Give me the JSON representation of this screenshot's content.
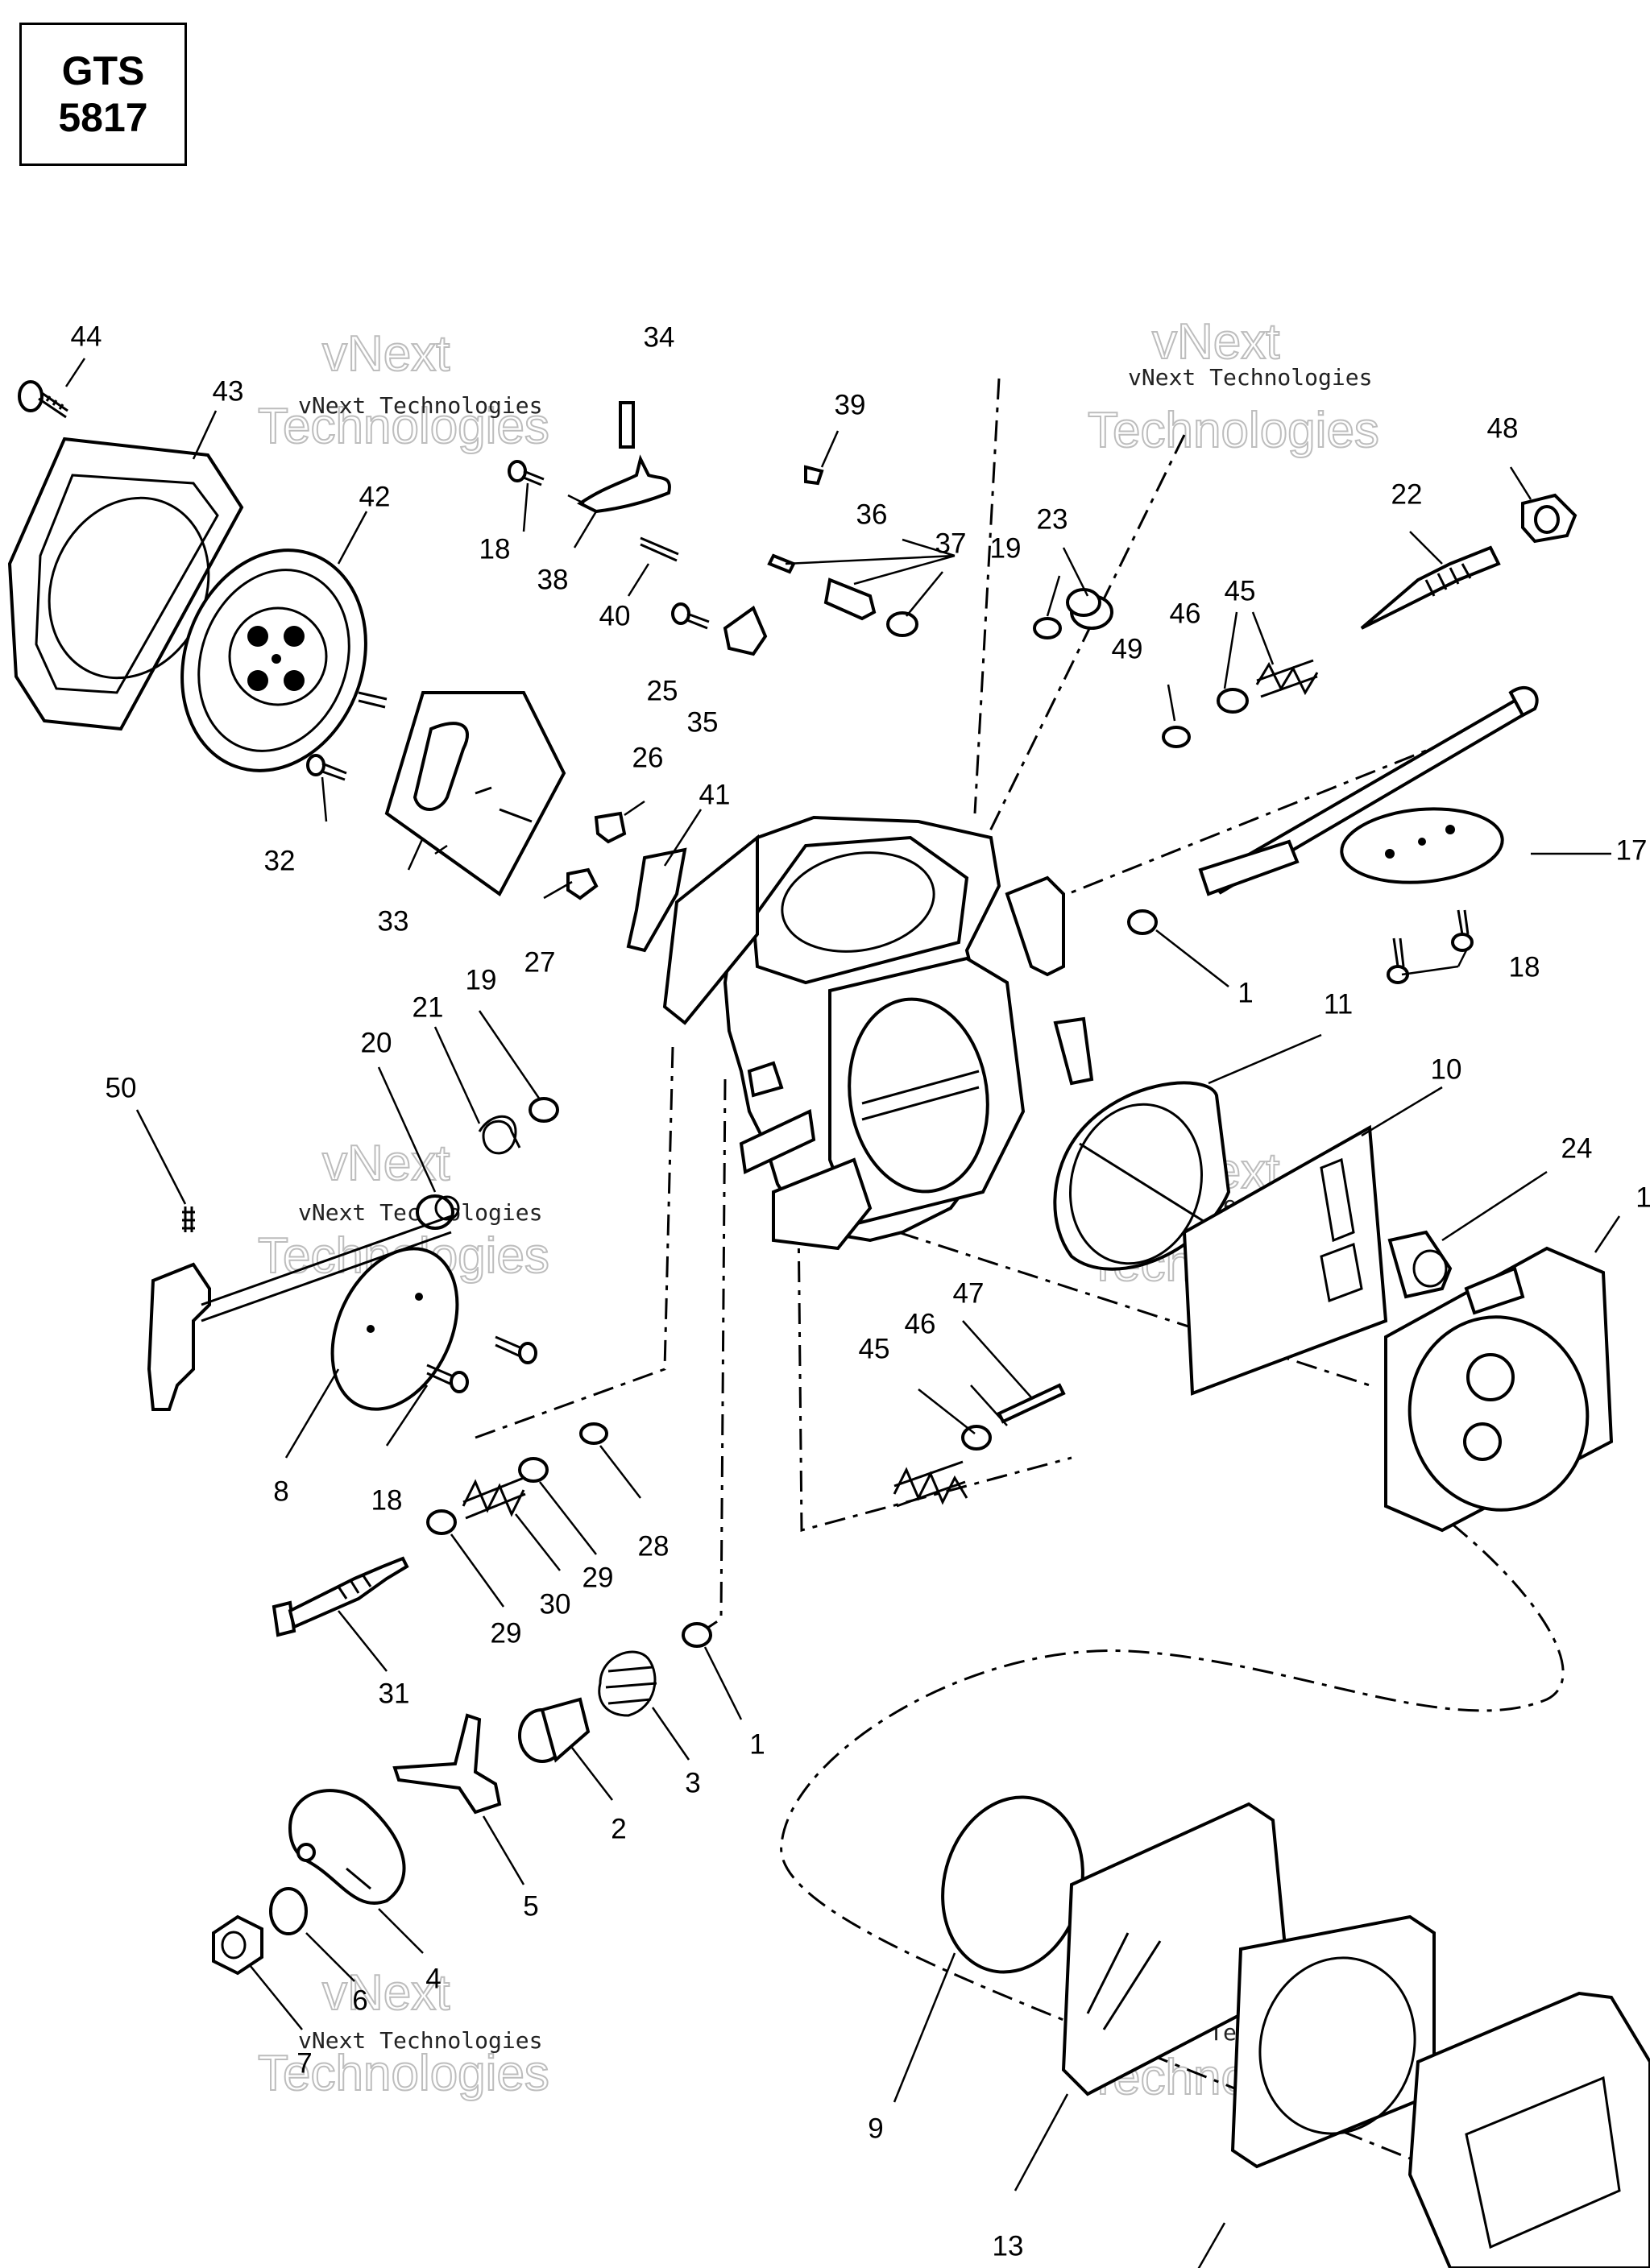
{
  "model": {
    "line1": "GTS",
    "line2": "5817"
  },
  "watermark": {
    "small": "vNext Technologies",
    "big1": "vNext",
    "big2": "Technologies"
  },
  "callouts": {
    "c44": "44",
    "c43": "43",
    "c34": "34",
    "c39": "39",
    "c48": "48",
    "c42": "42",
    "c36": "36",
    "c37": "37",
    "c22": "22",
    "c18a": "18",
    "c38": "38",
    "c23": "23",
    "c19a": "19",
    "c45a": "45",
    "c40": "40",
    "c46a": "46",
    "c49": "49",
    "c25": "25",
    "c35": "35",
    "c26": "26",
    "c41": "41",
    "c17": "17",
    "c32": "32",
    "c33": "33",
    "c27": "27",
    "c18b": "18",
    "c1a": "1",
    "c19b": "19",
    "c21": "21",
    "c11": "11",
    "c20": "20",
    "c10": "10",
    "c50": "50",
    "c24": "24",
    "c12": "1",
    "c47": "47",
    "c46b": "46",
    "c45b": "45",
    "c8": "8",
    "c18c": "18",
    "c28": "28",
    "c29a": "29",
    "c30": "30",
    "c29b": "29",
    "c31": "31",
    "c1b": "1",
    "c3": "3",
    "c2": "2",
    "c5": "5",
    "c4": "4",
    "c6": "6",
    "c7": "7",
    "c9": "9",
    "c13": "13"
  }
}
